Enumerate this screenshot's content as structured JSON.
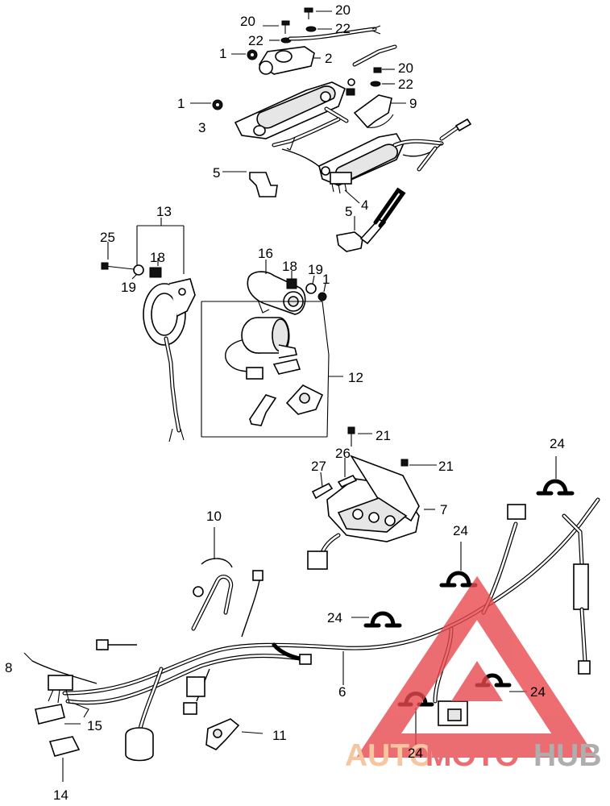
{
  "callouts": {
    "c1a": "1",
    "c1b": "1",
    "c1c": "1",
    "c2": "2",
    "c3": "3",
    "c4": "4",
    "c5a": "5",
    "c5b": "5",
    "c6": "6",
    "c7": "7",
    "c8": "8",
    "c9": "9",
    "c10": "10",
    "c11": "11",
    "c12": "12",
    "c13": "13",
    "c14": "14",
    "c15": "15",
    "c16": "16",
    "c18a": "18",
    "c18b": "18",
    "c19a": "19",
    "c19b": "19",
    "c20a": "20",
    "c20b": "20",
    "c20c": "20",
    "c21a": "21",
    "c21b": "21",
    "c22a": "22",
    "c22b": "22",
    "c22c": "22",
    "c24a": "24",
    "c24b": "24",
    "c24c": "24",
    "c24d": "24",
    "c24e": "24",
    "c25": "25",
    "c26": "26",
    "c27": "27"
  },
  "watermark": {
    "part1": "AUTO",
    "part2": "MOTO",
    "part3": "HUB",
    "color_orange": "#f5b98a",
    "color_red": "#e8494e",
    "color_gray": "#9a9a9a"
  }
}
